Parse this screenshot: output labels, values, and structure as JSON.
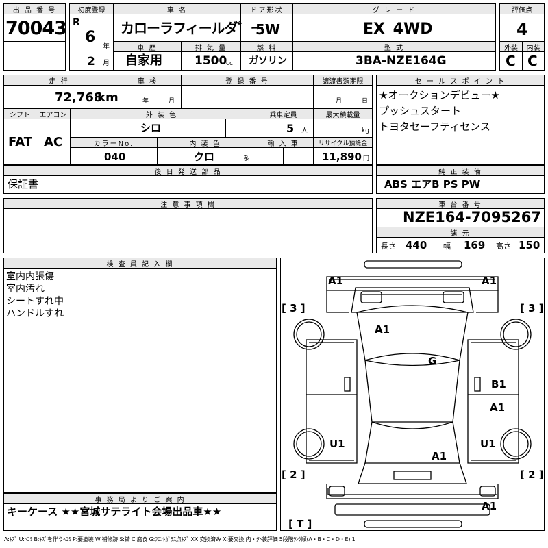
{
  "header": {
    "lot_label": "出 品 番 号",
    "lot_no": "70043",
    "reg_label": "初度登録",
    "era": "R",
    "year": "6",
    "year_unit": "年",
    "month": "2",
    "month_unit": "月",
    "car_name_label": "車 名",
    "car_name": "カローラフィールダ゛ー",
    "history_label": "車 歴",
    "history": "自家用",
    "displacement_label": "排 気 量",
    "displacement": "1500",
    "displacement_unit": "cc",
    "door_label": "ドア形状",
    "door": "5W",
    "fuel_label": "燃 料",
    "fuel": "ガソリン",
    "grade_label": "グ レ ー ド",
    "grade": "EX 4WD",
    "model_label": "型 式",
    "model": "3BA-NZE164G",
    "score_label": "評価点",
    "score": "4",
    "ext_label": "外装",
    "ext_score": "C",
    "int_label": "内装",
    "int_score": "C"
  },
  "mid": {
    "mileage_label": "走 行",
    "mileage": "72,768",
    "mileage_unit": "km",
    "inspection_label": "車 検",
    "inspection_year": "年",
    "inspection_month": "月",
    "regno_label": "登 録 番 号",
    "transfer_label": "譲渡書類期限",
    "transfer_month": "月",
    "transfer_day": "日",
    "shift_label": "シフト",
    "shift": "FAT",
    "ac_label": "エアコン",
    "ac": "AC",
    "exterior_color_label": "外 装 色",
    "exterior_color": "シロ",
    "seats_label": "乗車定員",
    "seats": "5",
    "seats_unit": "人",
    "max_load_label": "最大積載量",
    "max_load_unit": "kg",
    "color_no_label": "カラーNo.",
    "color_no": "040",
    "interior_color_label": "内 装 色",
    "interior_color": "クロ",
    "interior_color_unit": "系",
    "import_label": "輸 入 車",
    "recycle_label": "リサイクル預託金",
    "recycle": "11,890",
    "recycle_unit": "円",
    "later_label": "後 日 発 送 部 品",
    "later": "保証書",
    "notes_label": "注 意 事 項 欄"
  },
  "sales": {
    "label": "セ ー ル ス ポ イ ン ト",
    "items": [
      "★オークションデビュー★",
      "プッシュスタート",
      "トヨタセーフティセンス"
    ]
  },
  "equipment": {
    "label": "純 正 装 備",
    "value": "ABS エアB PS PW"
  },
  "chassis": {
    "label": "車 台 番 号",
    "value": "NZE164-7095267"
  },
  "dims": {
    "label": "諸 元",
    "length_label": "長さ",
    "length": "440",
    "width_label": "幅",
    "width": "169",
    "height_label": "高さ",
    "height": "150"
  },
  "inspector": {
    "label": "検 査 員 記 入 欄",
    "lines": [
      "室内内張傷",
      "室内汚れ",
      "シートすれ中",
      "ハンドルすれ"
    ]
  },
  "office": {
    "label": "事 務 局 よ り ご 案 内",
    "text": "キーケース ★★宮城サテライト会場出品車★★"
  },
  "diagram": {
    "marks": {
      "fl": "A1",
      "fr": "A1",
      "side_l_top": "[ 3 ]",
      "side_r_top": "[ 3 ]",
      "roof": "A1",
      "glass": "G",
      "right_door_b": "B1",
      "right_door_a": "A1",
      "left_rear": "U1",
      "right_rear": "U1",
      "rear_center": "A1",
      "side_l_bot": "[ 2 ]",
      "side_r_bot": "[ 2 ]",
      "bumper": "A1",
      "trunk": "[ T ]"
    }
  },
  "legend": "A:ｷｽﾞ U:ﾍｺﾐ B:ｷｽﾞを伴うﾍｺﾐ P:要塗装 W:補修跡 S:錆 C:腐食 G:ﾌﾛﾝﾄｶﾞﾗｽ点ｷｽﾞ XX:交換済み X:要交換 内・外装評価 5段階ﾗﾝｸ順(A・B・C・D・E) 1"
}
